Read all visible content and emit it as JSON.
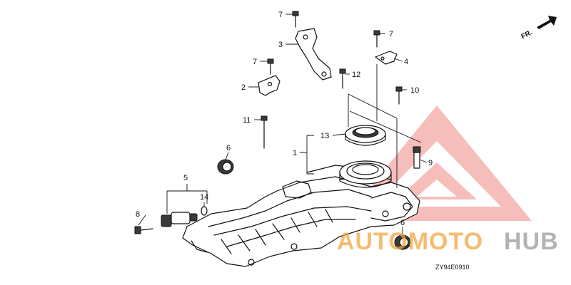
{
  "diagram": {
    "callouts": {
      "c1": "1",
      "c2": "2",
      "c3": "3",
      "c4": "4",
      "c5": "5",
      "c6a": "6",
      "c6b": "6",
      "c7a": "7",
      "c7b": "7",
      "c7c": "7",
      "c8": "8",
      "c9": "9",
      "c10": "10",
      "c11": "11",
      "c12": "12",
      "c13": "13",
      "c14": "14"
    },
    "direction_label": "FR.",
    "diagram_code": "ZY94E0910"
  },
  "watermark": {
    "text_orange": "AUTOMOTO",
    "text_gray": "HUB",
    "colors": {
      "logo_red": "#e8453c",
      "text_orange": "#f2a541",
      "text_gray": "#9a9a9a"
    }
  }
}
